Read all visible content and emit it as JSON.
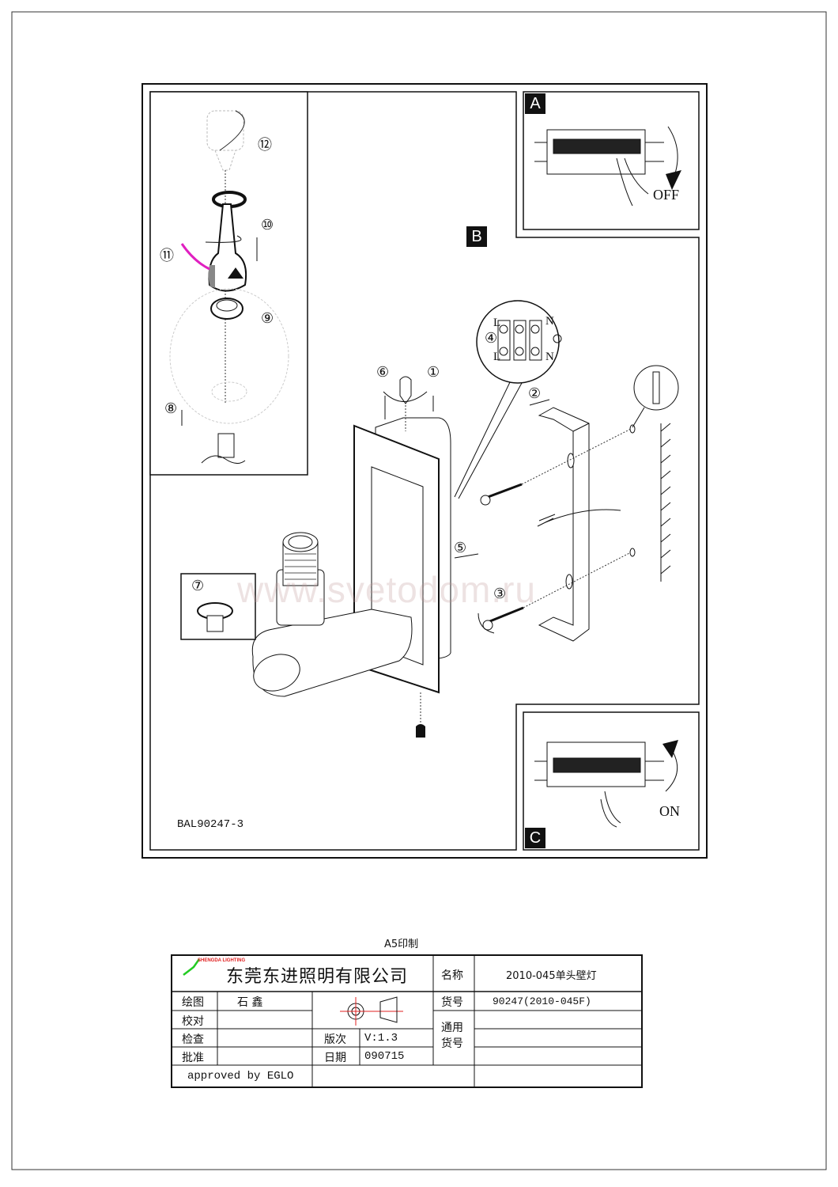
{
  "drawing": {
    "code": "BAL90247-3",
    "panel_labels": {
      "a": "A",
      "b": "B",
      "c": "C"
    },
    "switch_off": "OFF",
    "switch_on": "ON",
    "steps": [
      "①",
      "②",
      "③",
      "④",
      "⑤",
      "⑥",
      "⑦",
      "⑧",
      "⑨",
      "⑩",
      "⑪",
      "⑫"
    ],
    "terminal_labels": {
      "l_top": "L",
      "n_top": "N",
      "l_bottom": "L",
      "n_bottom": "N"
    },
    "watermark": "www.svetodom.ru"
  },
  "print_note": "A5印制",
  "title_block": {
    "logo_text": "SHENGDA LIGHTING",
    "company": "东莞东进照明有限公司",
    "name_label": "名称",
    "name_value": "2010-045单头壁灯",
    "drawn_label": "绘图",
    "drawn_value": "石 鑫",
    "checked_label": "校对",
    "inspected_label": "检查",
    "approved_label": "批准",
    "item_label": "货号",
    "item_value": "90247(2010-045F)",
    "general_item_label": "通用\n货号",
    "version_label": "版次",
    "version_value": "V:1.3",
    "date_label": "日期",
    "date_value": "090715",
    "approved_by": "approved by EGLO"
  },
  "colors": {
    "line": "#111111",
    "magenta": "#e020c0",
    "logo_green": "#22cc22",
    "logo_red": "#e02020",
    "projection_red": "#e02020"
  }
}
